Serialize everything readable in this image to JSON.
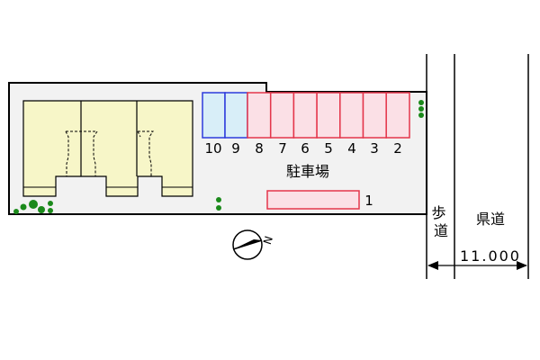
{
  "parking": {
    "label": "駐車場",
    "spaces_left": [
      "10",
      "9",
      "8",
      "7",
      "6",
      "5",
      "4",
      "3",
      "2"
    ],
    "space_single": "1"
  },
  "road": {
    "sidewalk": "歩道",
    "prefectural": "県道",
    "width": "11.000"
  },
  "compass": {
    "north": "N"
  },
  "colors": {
    "lot": "#f2f2f2",
    "building": "#f7f6c8",
    "parking_blue_stroke": "#2c3bdc",
    "parking_blue_fill": "#d8eef8",
    "parking_red_stroke": "#e4354b",
    "parking_red_fill": "#fbe0e6",
    "tree": "#1b8a1b"
  }
}
